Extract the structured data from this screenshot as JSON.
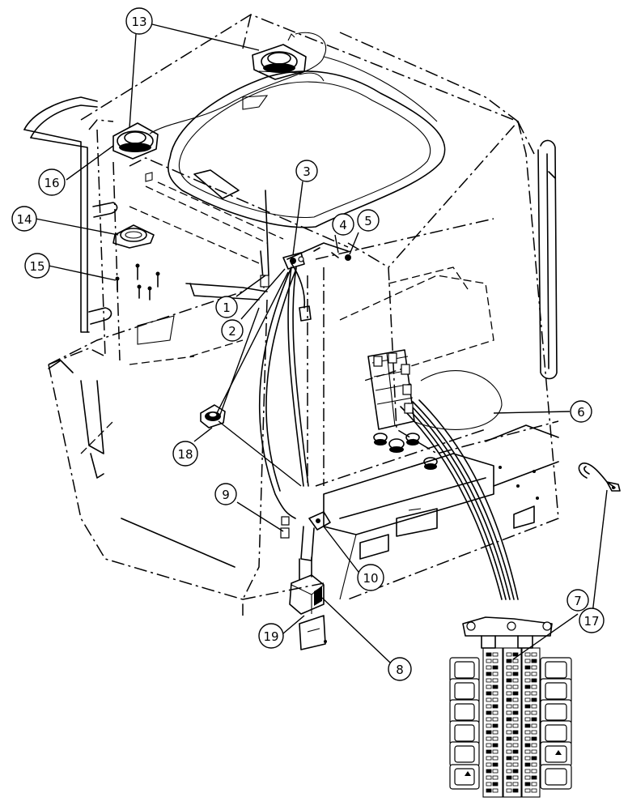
{
  "callouts": [
    {
      "id": "13",
      "label": "13"
    },
    {
      "id": "16",
      "label": "16"
    },
    {
      "id": "14",
      "label": "14"
    },
    {
      "id": "15",
      "label": "15"
    },
    {
      "id": "3",
      "label": "3"
    },
    {
      "id": "4",
      "label": "4"
    },
    {
      "id": "5",
      "label": "5"
    },
    {
      "id": "1",
      "label": "1"
    },
    {
      "id": "2",
      "label": "2"
    },
    {
      "id": "6",
      "label": "6"
    },
    {
      "id": "18",
      "label": "18"
    },
    {
      "id": "17",
      "label": "17"
    },
    {
      "id": "9",
      "label": "9"
    },
    {
      "id": "10",
      "label": "10"
    },
    {
      "id": "19",
      "label": "19"
    },
    {
      "id": "8",
      "label": "8"
    },
    {
      "id": "7",
      "label": "7"
    }
  ]
}
